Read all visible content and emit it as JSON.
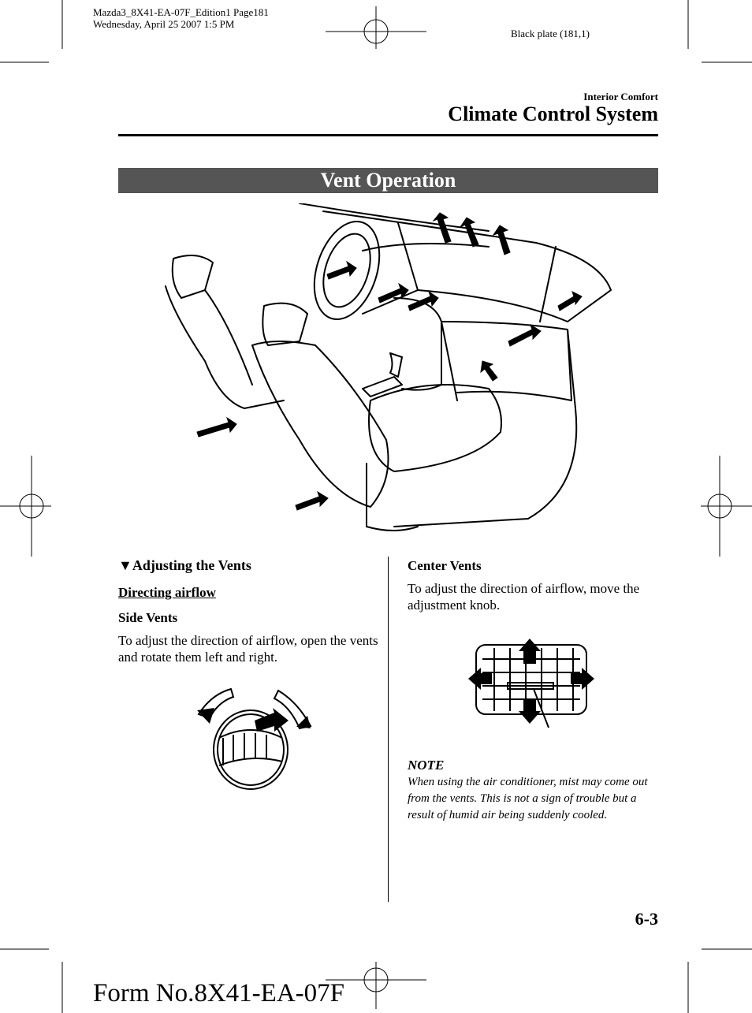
{
  "print_header": {
    "line1": "Mazda3_8X41-EA-07F_Edition1 Page181",
    "line2": "Wednesday, April 25 2007 1:5 PM",
    "plate": "Black plate (181,1)"
  },
  "running_head": {
    "section": "Interior Comfort",
    "chapter": "Climate Control System"
  },
  "banner": {
    "title": "Vent Operation"
  },
  "left_column": {
    "heading": "Adjusting the Vents",
    "heading_marker": "▼",
    "subheading": "Directing airflow",
    "label": "Side Vents",
    "body": "To adjust the direction of airflow, open the vents and rotate them left and right."
  },
  "right_column": {
    "label": "Center Vents",
    "body": "To adjust the direction of airflow, move the adjustment knob.",
    "note_heading": "NOTE",
    "note_text": "When using the air conditioner, mist may come out from the vents. This is not a sign of trouble but a result of humid air being suddenly cooled."
  },
  "footer": {
    "page_number": "6-3",
    "form_number": "Form No.8X41-EA-07F"
  },
  "illustrations": {
    "main": "car-interior-airflow-diagram",
    "side_vent": "side-vent-rotation-icon",
    "center_vent": "center-vent-directions-icon"
  }
}
